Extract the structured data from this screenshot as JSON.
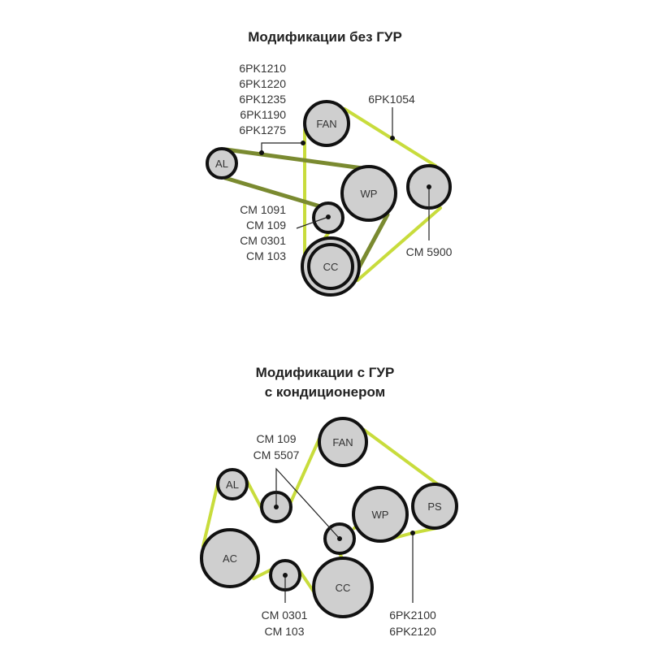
{
  "top": {
    "title": "Модификации без ГУР",
    "pulleys": {
      "fan": "FAN",
      "al": "AL",
      "wp": "WP",
      "cc": "CC"
    },
    "belt_labels": [
      "6PK1210",
      "6PK1220",
      "6PK1235",
      "6PK1190",
      "6PK1275"
    ],
    "belt2_label": "6PK1054",
    "idler_labels": [
      "CM 1091",
      "CM 109",
      "CM 0301",
      "CM 103"
    ],
    "tensioner_label": "CM 5900"
  },
  "bottom": {
    "title_line1": "Модификации с ГУР",
    "title_line2": "с кондиционером",
    "pulleys": {
      "fan": "FAN",
      "al": "AL",
      "wp": "WP",
      "ps": "PS",
      "ac": "AC",
      "cc": "CC"
    },
    "idler_labels_top": [
      "CM 109",
      "CM 5507"
    ],
    "idler_labels_bottom": [
      "CM 0301",
      "CM 103"
    ],
    "belt_labels": [
      "6PK2100",
      "6PK2120"
    ]
  },
  "colors": {
    "belt_light": "#c8dc3c",
    "belt_dark": "#7a8a30",
    "pulley": "#cfcfcf"
  }
}
